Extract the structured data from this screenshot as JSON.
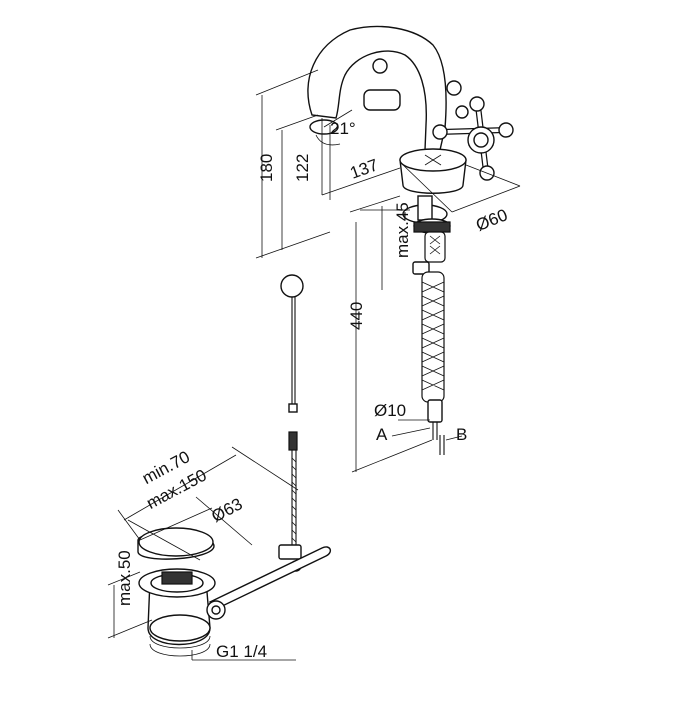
{
  "dimensions": {
    "angle": "21°",
    "spout_projection": "137",
    "overall_height": "180",
    "spout_height": "122",
    "handle_diameter": "Ø60",
    "max_deck_thickness": "max.45",
    "hose_length": "440",
    "hose_diameter": "Ø10",
    "waste_distance_min": "min.70",
    "waste_distance_max": "max.150",
    "waste_diameter": "Ø63",
    "waste_height_max": "max.50",
    "waste_thread": "G1 1/4"
  },
  "connection_labels": {
    "a": "A",
    "b": "B"
  }
}
